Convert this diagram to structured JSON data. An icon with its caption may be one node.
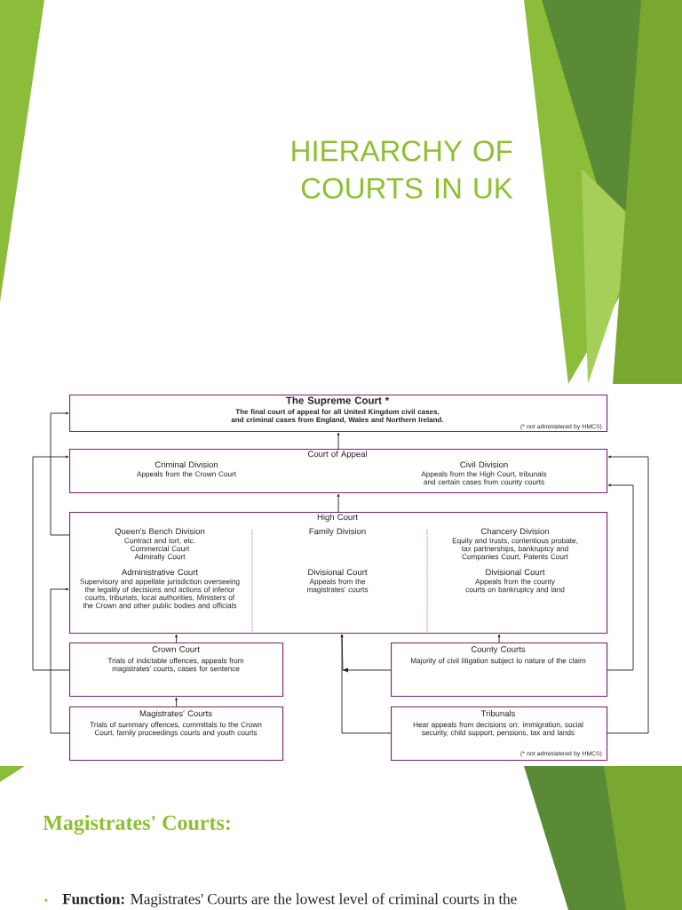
{
  "diagram": {
    "title": "HIERARCHY OF COURTS IN UK",
    "nodes": [
      {
        "text": [
          "The Supreme Court *",
          "The final court of appeal for all United Kingdom civil cases, and criminal cases from England, Wales and Northern Ireland.",
          "(* not administered by HMCS)"
        ]
      },
      {
        "text": [
          "Court of Appeal",
          "Criminal Division",
          "Appeals from the Crown Court",
          "Civil Division",
          "Appeals from the High Court, tribunals and certain cases from county courts"
        ]
      },
      {
        "text": [
          "High Court"
        ]
      },
      {
        "text": [
          "Queen's Bench Division",
          "Contract and tort, etc.",
          "Commercial Court",
          "Admiralty Court",
          "Administrative Court",
          "Supervisory and appellate jurisdiction overseeing the legality of decisions and actions of inferior courts, tribunals, local authorities, Ministers of the Crown and other public bodies and officials"
        ],
        "in": 2
      },
      {
        "text": [
          "Family Division",
          "Divisional Court",
          "Appeals from the magistrates' courts"
        ],
        "in": 2
      },
      {
        "text": [
          "Chancery Division",
          "Equity and trusts, contentious probate, tax partnerships, bankruptcy and Companies Court, Patents Court",
          "Divisional Court",
          "Appeals from the county courts on bankruptcy and land"
        ],
        "in": 2
      },
      {
        "text": [
          "Crown Court",
          "Trials of indictable offences, appeals from magistrates' courts, cases for sentence"
        ]
      },
      {
        "text": [
          "County Courts",
          "Majority of civil litigation subject to nature of the claim"
        ]
      },
      {
        "text": [
          "Magistrates' Courts",
          "Trials of summary offences, committals to the Crown Court, family proceedings courts and youth courts"
        ]
      },
      {
        "text": [
          "Tribunals",
          "Hear appeals from decisions on: immigration, social security, child support, pensions, tax and lands",
          "(* not administered by HMCS)"
        ]
      }
    ],
    "edges": [
      {
        "from": 1,
        "to": 0,
        "arrow": "to"
      },
      {
        "from": 2,
        "to": 1,
        "arrow": "to"
      },
      {
        "from": 2,
        "to": 0,
        "arrow": "to"
      },
      {
        "from": 6,
        "to": 1,
        "arrow": "to"
      },
      {
        "from": 6,
        "to": 2,
        "arrow": "to"
      },
      {
        "from": 8,
        "to": 6,
        "arrow": "to"
      },
      {
        "from": 8,
        "to": 2,
        "arrow": "to"
      },
      {
        "from": 7,
        "to": 2,
        "arrow": "to"
      },
      {
        "from": 7,
        "to": 2,
        "arrow": "to"
      },
      {
        "from": 9,
        "to": 2,
        "arrow": "to"
      },
      {
        "from": 7,
        "to": 1,
        "arrow": "to"
      },
      {
        "from": 9,
        "to": 1,
        "arrow": "to"
      }
    ],
    "labels": [
      "Magistrates' Courts:",
      "**Function:** Magistrates' Courts are the lowest level of criminal courts in the"
    ]
  }
}
